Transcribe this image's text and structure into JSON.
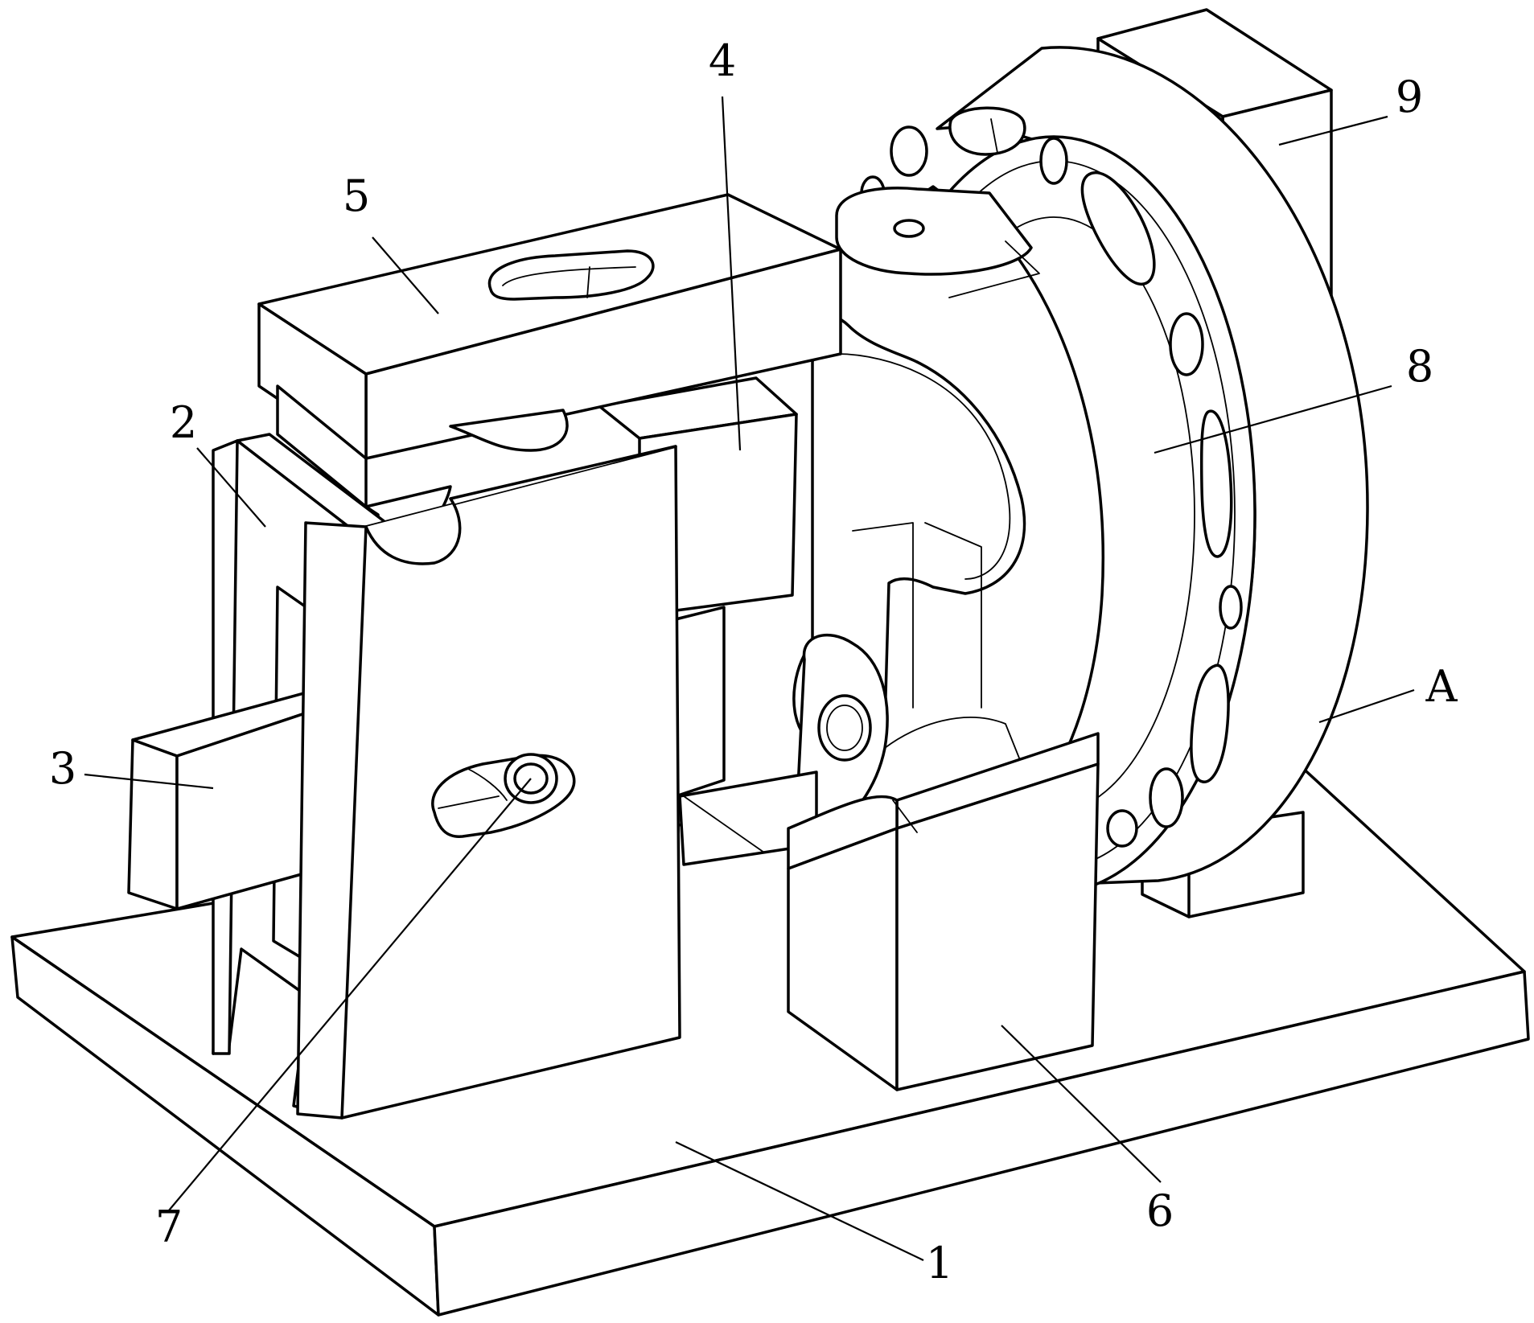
{
  "callouts": [
    {
      "id": "1",
      "text": "1"
    },
    {
      "id": "2",
      "text": "2"
    },
    {
      "id": "3",
      "text": "3"
    },
    {
      "id": "4",
      "text": "4"
    },
    {
      "id": "5",
      "text": "5"
    },
    {
      "id": "6",
      "text": "6"
    },
    {
      "id": "7",
      "text": "7"
    },
    {
      "id": "8",
      "text": "8"
    },
    {
      "id": "9",
      "text": "9"
    },
    {
      "id": "A",
      "text": "A"
    }
  ],
  "colors": {
    "line": "#000000",
    "background": "#ffffff"
  }
}
